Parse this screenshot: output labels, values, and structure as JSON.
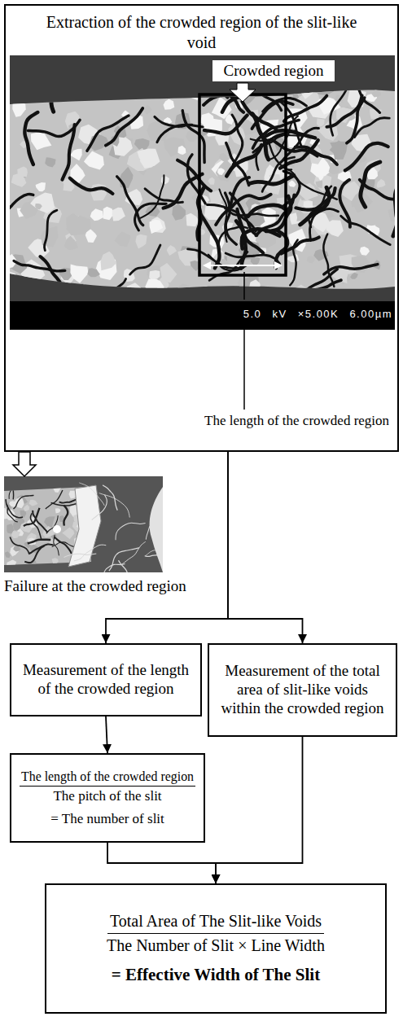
{
  "diagram": {
    "nodes": [
      {
        "text": [
          "Extraction of the crowded region of the slit-like void"
        ]
      },
      {
        "text": [
          "Failure at the crowded region"
        ]
      },
      {
        "text": [
          "Measurement of the length of the crowded region"
        ]
      },
      {
        "text": [
          "Measurement of the total area of slit-like voids within the crowded region"
        ]
      },
      {
        "text": [
          "The length of the crowded region",
          "The pitch of the slit",
          "= The number of slit"
        ]
      },
      {
        "text": [
          "Total Area of The Slit-like Voids",
          "The Number of Slit × Line Width",
          "= Effective Width of The Slit"
        ]
      }
    ],
    "edges": [
      {
        "from": 0,
        "to": 1,
        "arrow": "to"
      },
      {
        "from": 0,
        "to": 2,
        "arrow": "to"
      },
      {
        "from": 0,
        "to": 3,
        "arrow": "to"
      },
      {
        "from": 2,
        "to": 4,
        "arrow": "to"
      },
      {
        "from": 4,
        "to": 5,
        "arrow": "to"
      },
      {
        "from": 3,
        "to": 5,
        "arrow": "to"
      }
    ],
    "labels": [
      "Crowded region",
      "The length of the crowded region",
      "5.0 kV ×5.00K 6.00µm"
    ]
  }
}
